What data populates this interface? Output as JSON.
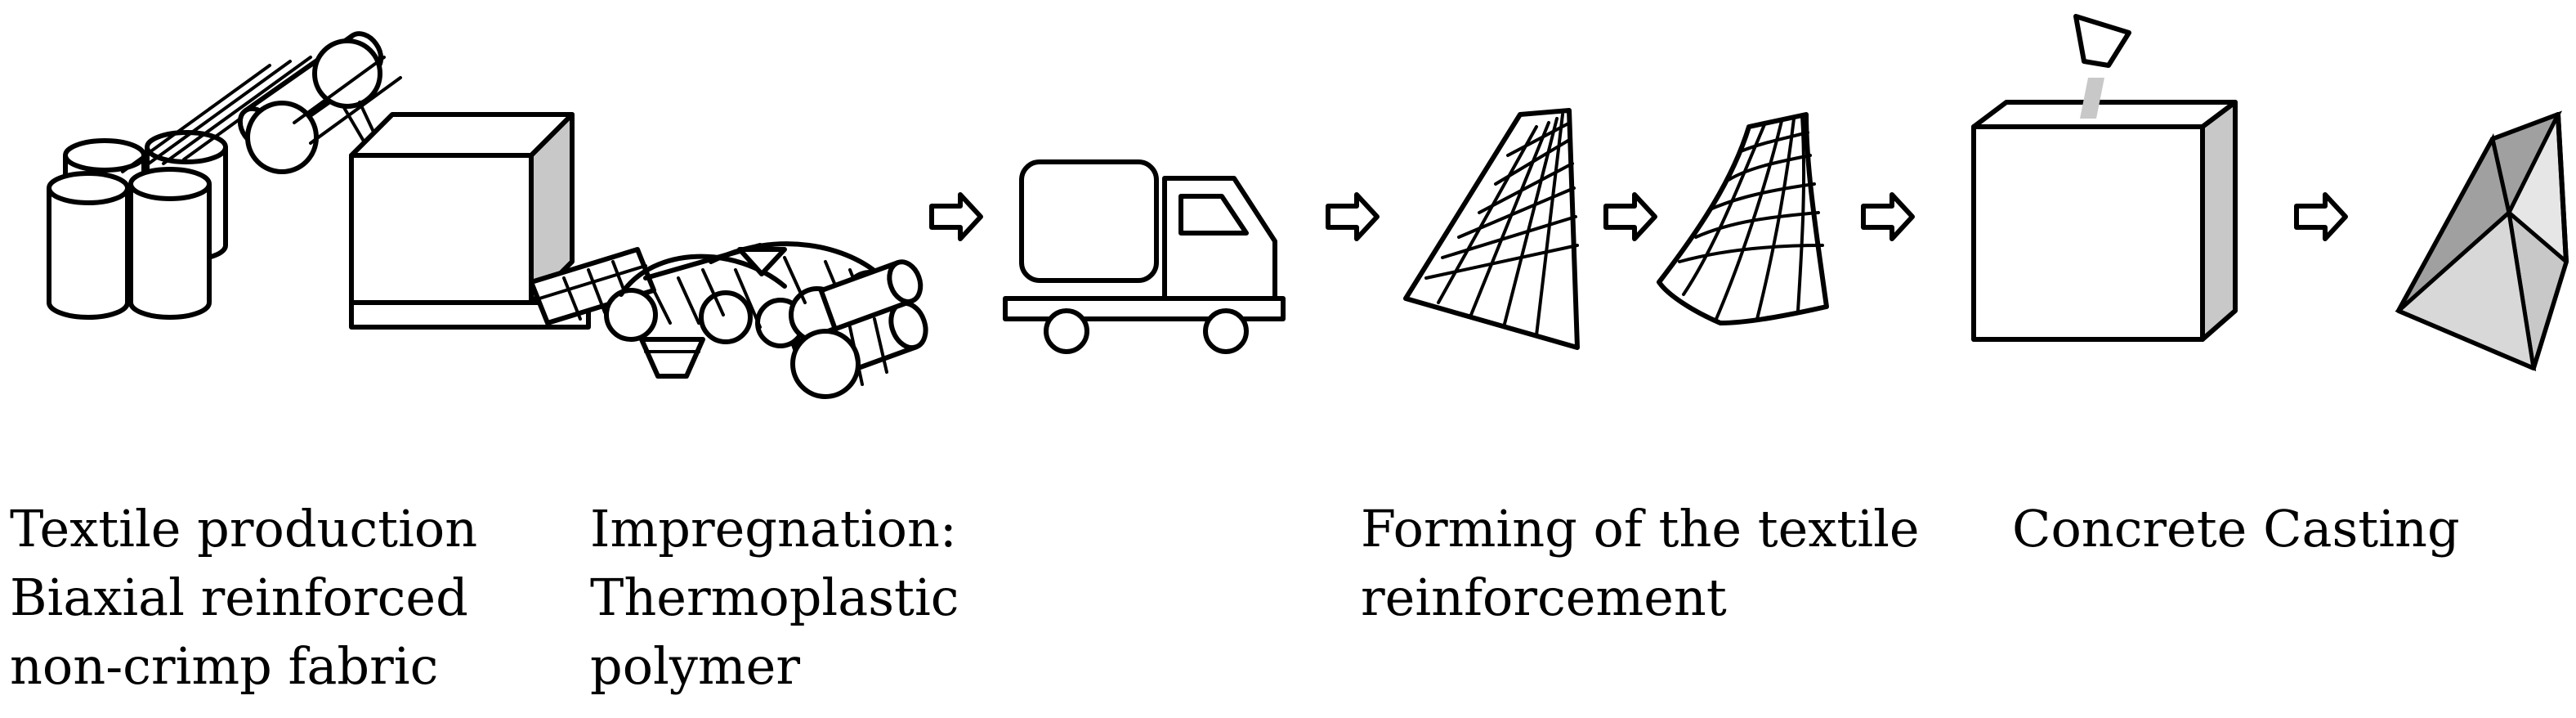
{
  "steps": [
    {
      "lines": [
        "Textile production",
        "Biaxial reinforced",
        "non-crimp fabric"
      ]
    },
    {
      "lines": [
        "Impregnation:",
        "Thermoplastic",
        "polymer"
      ]
    },
    {
      "lines": [
        "Forming of the textile",
        "reinforcement"
      ]
    },
    {
      "lines": [
        "Concrete Casting"
      ]
    }
  ],
  "icons": [
    "yarn-spools-icon",
    "weaving-machine-icon",
    "impregnation-rollers-icon",
    "truck-icon",
    "textile-grid-icon",
    "formed-textile-icon",
    "formwork-box-icon",
    "concrete-shell-icon"
  ],
  "colors": {
    "stroke": "#000000",
    "fill_grey": "#c8c8c8",
    "fill_light": "#e6e6e6",
    "fill_dark": "#a0a0a0"
  }
}
